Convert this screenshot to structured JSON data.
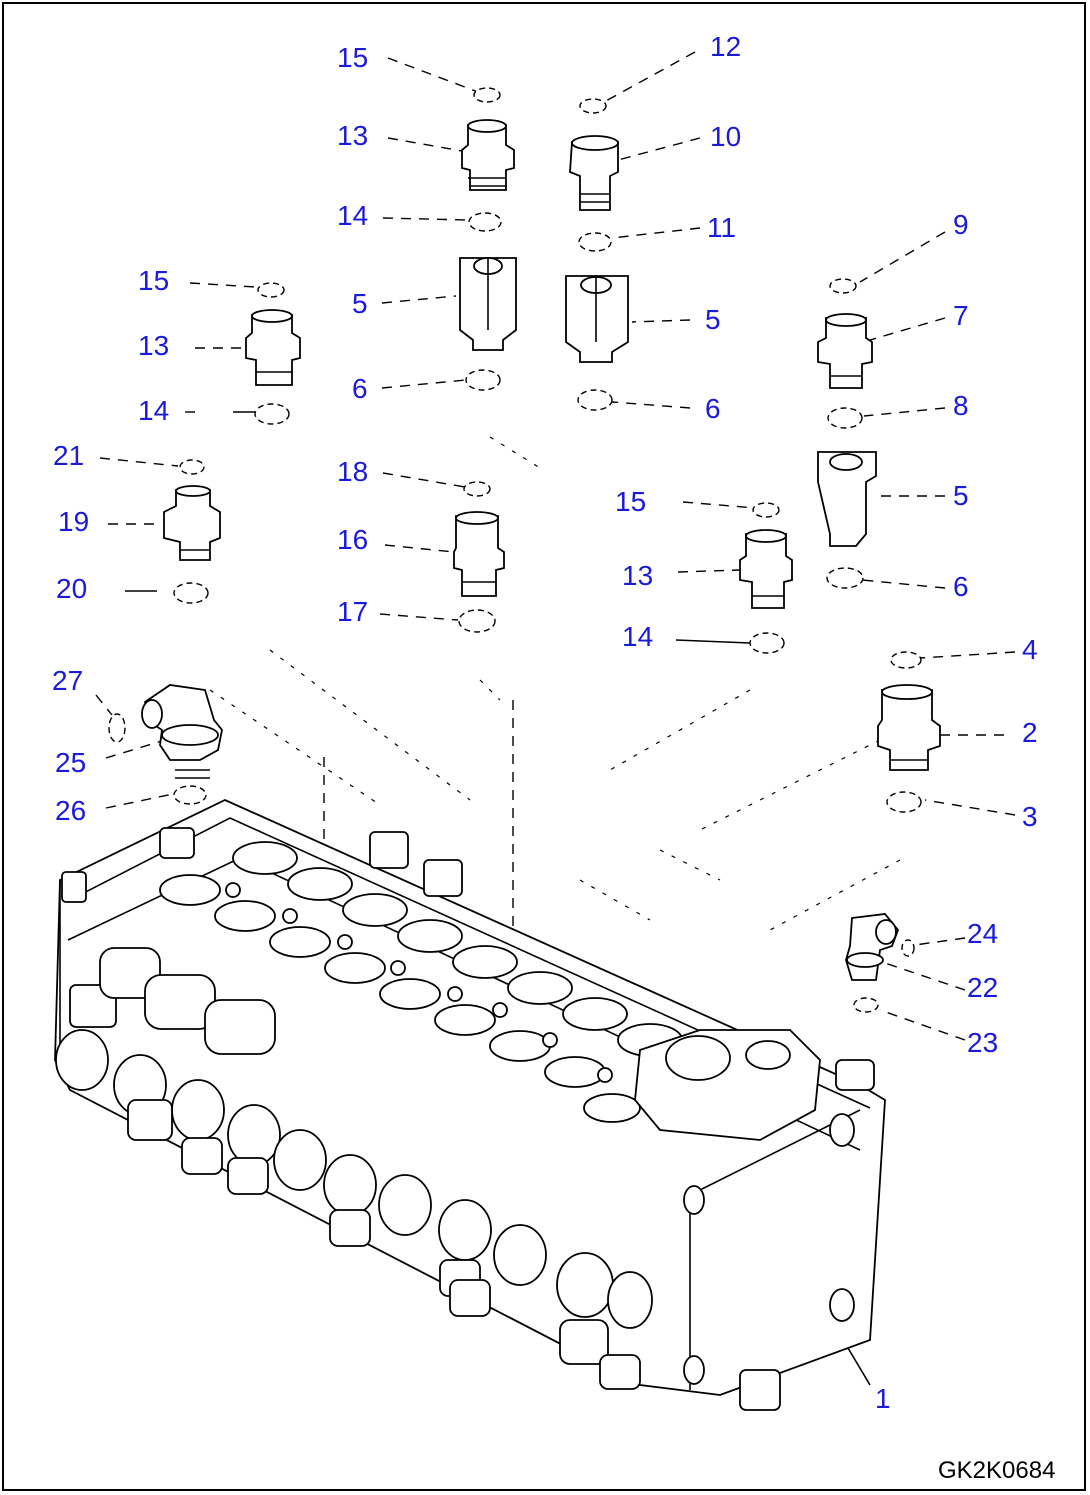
{
  "drawing_id": "GK2K0684",
  "callouts": [
    {
      "id": "c15a",
      "label": "15"
    },
    {
      "id": "c12",
      "label": "12"
    },
    {
      "id": "c13a",
      "label": "13"
    },
    {
      "id": "c10",
      "label": "10"
    },
    {
      "id": "c14a",
      "label": "14"
    },
    {
      "id": "c11",
      "label": "11"
    },
    {
      "id": "c9",
      "label": "9"
    },
    {
      "id": "c15b",
      "label": "15"
    },
    {
      "id": "c5a",
      "label": "5"
    },
    {
      "id": "c5b",
      "label": "5"
    },
    {
      "id": "c7",
      "label": "7"
    },
    {
      "id": "c13b",
      "label": "13"
    },
    {
      "id": "c14b",
      "label": "14"
    },
    {
      "id": "c6a",
      "label": "6"
    },
    {
      "id": "c6b",
      "label": "6"
    },
    {
      "id": "c8",
      "label": "8"
    },
    {
      "id": "c21",
      "label": "21"
    },
    {
      "id": "c18",
      "label": "18"
    },
    {
      "id": "c5c",
      "label": "5"
    },
    {
      "id": "c15c",
      "label": "15"
    },
    {
      "id": "c19",
      "label": "19"
    },
    {
      "id": "c16",
      "label": "16"
    },
    {
      "id": "c13c",
      "label": "13"
    },
    {
      "id": "c6c",
      "label": "6"
    },
    {
      "id": "c20",
      "label": "20"
    },
    {
      "id": "c17",
      "label": "17"
    },
    {
      "id": "c14c",
      "label": "14"
    },
    {
      "id": "c4",
      "label": "4"
    },
    {
      "id": "c27",
      "label": "27"
    },
    {
      "id": "c2",
      "label": "2"
    },
    {
      "id": "c25",
      "label": "25"
    },
    {
      "id": "c26",
      "label": "26"
    },
    {
      "id": "c3",
      "label": "3"
    },
    {
      "id": "c24",
      "label": "24"
    },
    {
      "id": "c22",
      "label": "22"
    },
    {
      "id": "c23",
      "label": "23"
    },
    {
      "id": "c1",
      "label": "1"
    }
  ]
}
